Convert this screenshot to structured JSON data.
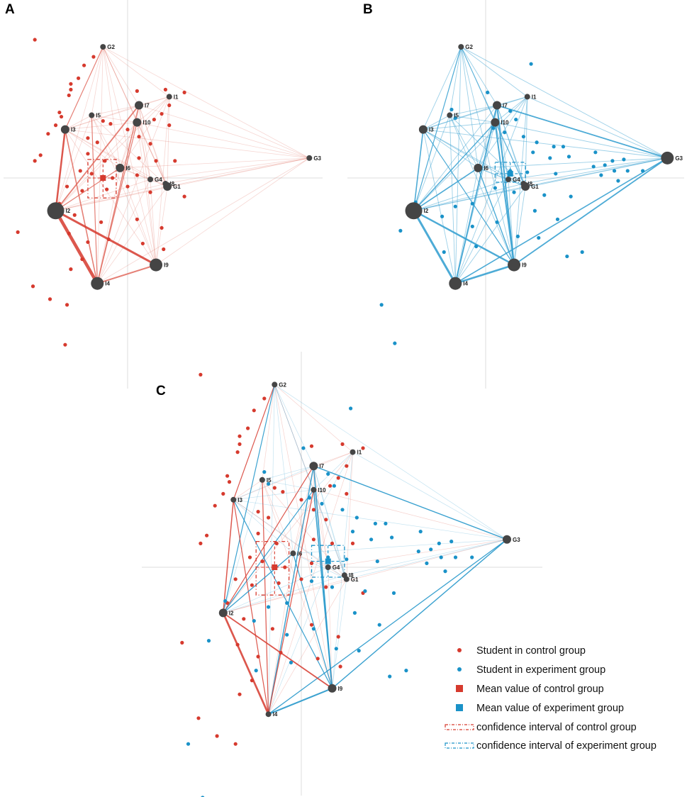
{
  "figure": {
    "panels": [
      "A",
      "B",
      "C"
    ]
  },
  "colors": {
    "control": "#d63a2e",
    "control_line": "#e06a5e",
    "experiment": "#1a92c8",
    "experiment_line": "#3aa2d2",
    "node": "#454545",
    "axis": "#dcdcdc"
  },
  "legend": {
    "items": [
      {
        "label": "Student in control group",
        "symbol": "dot",
        "color": "#d63a2e"
      },
      {
        "label": "Student in experiment group",
        "symbol": "dot",
        "color": "#1a92c8"
      },
      {
        "label": "Mean value of control group",
        "symbol": "square",
        "color": "#d63a2e"
      },
      {
        "label": "Mean value of experiment group",
        "symbol": "square",
        "color": "#1a92c8"
      },
      {
        "label": "confidence interval of control group",
        "symbol": "dashbox",
        "color": "#d63a2e"
      },
      {
        "label": "confidence interval of experiment group",
        "symbol": "dashbox",
        "color": "#1a92c8"
      }
    ]
  },
  "chart_data": [
    {
      "type": "scatter",
      "panel": "A",
      "group": "control",
      "axes": {
        "shown": true,
        "tick_labels": false
      },
      "xlim": [
        -1.0,
        1.0
      ],
      "ylim": [
        -1.0,
        1.0
      ],
      "nodes": [
        {
          "id": "G2",
          "x": -0.13,
          "y": 0.92,
          "weight": 1
        },
        {
          "id": "I1",
          "x": 0.22,
          "y": 0.57,
          "weight": 1
        },
        {
          "id": "I7",
          "x": 0.06,
          "y": 0.51,
          "weight": 2
        },
        {
          "id": "I5",
          "x": -0.19,
          "y": 0.44,
          "weight": 1
        },
        {
          "id": "I10",
          "x": 0.05,
          "y": 0.39,
          "weight": 2
        },
        {
          "id": "I3",
          "x": -0.33,
          "y": 0.34,
          "weight": 2
        },
        {
          "id": "G3",
          "x": 0.96,
          "y": 0.14,
          "weight": 1
        },
        {
          "id": "I6",
          "x": -0.04,
          "y": 0.07,
          "weight": 2
        },
        {
          "id": "G4",
          "x": 0.12,
          "y": -0.01,
          "weight": 1
        },
        {
          "id": "I8",
          "x": 0.2,
          "y": -0.04,
          "weight": 1
        },
        {
          "id": "G1",
          "x": 0.21,
          "y": -0.06,
          "weight": 2
        },
        {
          "id": "I2",
          "x": -0.38,
          "y": -0.23,
          "weight": 4
        },
        {
          "id": "I9",
          "x": 0.15,
          "y": -0.61,
          "weight": 3
        },
        {
          "id": "I4",
          "x": -0.16,
          "y": -0.74,
          "weight": 3
        }
      ],
      "mean": {
        "x": -0.13,
        "y": 0.0
      },
      "ci": {
        "x": [
          -0.21,
          -0.06
        ],
        "y": [
          -0.14,
          0.13
        ]
      },
      "students": [
        {
          "x": -0.49,
          "y": 0.97
        },
        {
          "x": -0.18,
          "y": 0.85
        },
        {
          "x": -0.23,
          "y": 0.79
        },
        {
          "x": -0.26,
          "y": 0.7
        },
        {
          "x": -0.3,
          "y": 0.66
        },
        {
          "x": -0.3,
          "y": 0.62
        },
        {
          "x": -0.31,
          "y": 0.58
        },
        {
          "x": 0.05,
          "y": 0.61
        },
        {
          "x": -0.36,
          "y": 0.46
        },
        {
          "x": -0.35,
          "y": 0.43
        },
        {
          "x": -0.38,
          "y": 0.37
        },
        {
          "x": -0.42,
          "y": 0.31
        },
        {
          "x": 0.2,
          "y": 0.62
        },
        {
          "x": 0.3,
          "y": 0.6
        },
        {
          "x": 0.22,
          "y": 0.51
        },
        {
          "x": 0.18,
          "y": 0.45
        },
        {
          "x": 0.14,
          "y": 0.41
        },
        {
          "x": 0.22,
          "y": 0.37
        },
        {
          "x": -0.13,
          "y": 0.4
        },
        {
          "x": -0.09,
          "y": 0.38
        },
        {
          "x": 0.0,
          "y": 0.34
        },
        {
          "x": -0.21,
          "y": 0.28
        },
        {
          "x": -0.16,
          "y": 0.25
        },
        {
          "x": 0.06,
          "y": 0.29
        },
        {
          "x": 0.12,
          "y": 0.24
        },
        {
          "x": -0.46,
          "y": 0.16
        },
        {
          "x": -0.49,
          "y": 0.12
        },
        {
          "x": -0.21,
          "y": 0.17
        },
        {
          "x": -0.12,
          "y": 0.12
        },
        {
          "x": 0.06,
          "y": 0.14
        },
        {
          "x": 0.15,
          "y": 0.12
        },
        {
          "x": 0.25,
          "y": 0.12
        },
        {
          "x": -0.25,
          "y": 0.05
        },
        {
          "x": -0.19,
          "y": 0.03
        },
        {
          "x": -0.08,
          "y": 0.0
        },
        {
          "x": 0.05,
          "y": 0.02
        },
        {
          "x": -0.32,
          "y": -0.06
        },
        {
          "x": -0.24,
          "y": -0.09
        },
        {
          "x": -0.11,
          "y": -0.08
        },
        {
          "x": 0.0,
          "y": -0.06
        },
        {
          "x": 0.12,
          "y": -0.1
        },
        {
          "x": 0.3,
          "y": -0.13
        },
        {
          "x": -0.36,
          "y": -0.18
        },
        {
          "x": -0.28,
          "y": -0.26
        },
        {
          "x": -0.14,
          "y": -0.31
        },
        {
          "x": 0.05,
          "y": -0.29
        },
        {
          "x": 0.18,
          "y": -0.35
        },
        {
          "x": -0.31,
          "y": -0.39
        },
        {
          "x": -0.21,
          "y": -0.45
        },
        {
          "x": -0.1,
          "y": -0.43
        },
        {
          "x": 0.08,
          "y": -0.46
        },
        {
          "x": 0.19,
          "y": -0.5
        },
        {
          "x": -0.24,
          "y": -0.57
        },
        {
          "x": -0.3,
          "y": -0.64
        },
        {
          "x": -0.58,
          "y": -0.38
        },
        {
          "x": -0.5,
          "y": -0.76
        },
        {
          "x": -0.41,
          "y": -0.85
        },
        {
          "x": -0.32,
          "y": -0.89
        },
        {
          "x": -0.33,
          "y": -1.17
        }
      ]
    },
    {
      "type": "scatter",
      "panel": "B",
      "group": "experiment",
      "axes": {
        "shown": true,
        "tick_labels": false
      },
      "xlim": [
        -1.0,
        1.0
      ],
      "ylim": [
        -1.0,
        1.0
      ],
      "nodes": [
        {
          "id": "G2",
          "x": -0.13,
          "y": 0.92,
          "weight": 1
        },
        {
          "id": "I1",
          "x": 0.22,
          "y": 0.57,
          "weight": 1
        },
        {
          "id": "I7",
          "x": 0.06,
          "y": 0.51,
          "weight": 2
        },
        {
          "id": "I5",
          "x": -0.19,
          "y": 0.44,
          "weight": 1
        },
        {
          "id": "I10",
          "x": 0.05,
          "y": 0.39,
          "weight": 2
        },
        {
          "id": "I3",
          "x": -0.33,
          "y": 0.34,
          "weight": 2
        },
        {
          "id": "G3",
          "x": 0.96,
          "y": 0.14,
          "weight": 3
        },
        {
          "id": "I6",
          "x": -0.04,
          "y": 0.07,
          "weight": 2
        },
        {
          "id": "G4",
          "x": 0.12,
          "y": -0.01,
          "weight": 1
        },
        {
          "id": "I8",
          "x": 0.2,
          "y": -0.04,
          "weight": 1
        },
        {
          "id": "G1",
          "x": 0.21,
          "y": -0.06,
          "weight": 2
        },
        {
          "id": "I2",
          "x": -0.38,
          "y": -0.23,
          "weight": 4
        },
        {
          "id": "I9",
          "x": 0.15,
          "y": -0.61,
          "weight": 3
        },
        {
          "id": "I4",
          "x": -0.16,
          "y": -0.74,
          "weight": 3
        }
      ],
      "mean": {
        "x": 0.13,
        "y": 0.03
      },
      "ci": {
        "x": [
          0.05,
          0.21
        ],
        "y": [
          -0.03,
          0.11
        ]
      },
      "students": [
        {
          "x": 0.24,
          "y": 0.8
        },
        {
          "x": 0.01,
          "y": 0.6
        },
        {
          "x": -0.18,
          "y": 0.48
        },
        {
          "x": -0.16,
          "y": 0.42
        },
        {
          "x": 0.13,
          "y": 0.47
        },
        {
          "x": 0.16,
          "y": 0.41
        },
        {
          "x": 0.04,
          "y": 0.35
        },
        {
          "x": 0.1,
          "y": 0.32
        },
        {
          "x": 0.2,
          "y": 0.29
        },
        {
          "x": 0.27,
          "y": 0.25
        },
        {
          "x": 0.36,
          "y": 0.22
        },
        {
          "x": 0.41,
          "y": 0.22
        },
        {
          "x": 0.25,
          "y": 0.18
        },
        {
          "x": 0.34,
          "y": 0.14
        },
        {
          "x": 0.44,
          "y": 0.15
        },
        {
          "x": 0.58,
          "y": 0.18
        },
        {
          "x": 0.67,
          "y": 0.12
        },
        {
          "x": 0.73,
          "y": 0.13
        },
        {
          "x": 0.57,
          "y": 0.08
        },
        {
          "x": 0.63,
          "y": 0.09
        },
        {
          "x": 0.68,
          "y": 0.05
        },
        {
          "x": 0.75,
          "y": 0.05
        },
        {
          "x": 0.83,
          "y": 0.05
        },
        {
          "x": 0.61,
          "y": 0.02
        },
        {
          "x": 0.7,
          "y": -0.02
        },
        {
          "x": 0.37,
          "y": 0.03
        },
        {
          "x": 0.22,
          "y": 0.04
        },
        {
          "x": 0.13,
          "y": 0.05
        },
        {
          "x": 0.05,
          "y": -0.07
        },
        {
          "x": 0.15,
          "y": -0.1
        },
        {
          "x": 0.31,
          "y": -0.12
        },
        {
          "x": 0.45,
          "y": -0.13
        },
        {
          "x": 0.26,
          "y": -0.23
        },
        {
          "x": 0.38,
          "y": -0.29
        },
        {
          "x": -0.07,
          "y": -0.18
        },
        {
          "x": -0.16,
          "y": -0.2
        },
        {
          "x": -0.23,
          "y": -0.27
        },
        {
          "x": -0.07,
          "y": -0.34
        },
        {
          "x": 0.06,
          "y": -0.31
        },
        {
          "x": 0.17,
          "y": -0.41
        },
        {
          "x": 0.28,
          "y": -0.42
        },
        {
          "x": -0.37,
          "y": -0.17
        },
        {
          "x": -0.45,
          "y": -0.37
        },
        {
          "x": -0.22,
          "y": -0.52
        },
        {
          "x": -0.05,
          "y": -0.48
        },
        {
          "x": 0.43,
          "y": -0.55
        },
        {
          "x": 0.51,
          "y": -0.52
        },
        {
          "x": -0.55,
          "y": -0.89
        },
        {
          "x": -0.48,
          "y": -1.16
        }
      ]
    },
    {
      "type": "scatter",
      "panel": "C",
      "group": "both",
      "axes": {
        "shown": true,
        "tick_labels": false
      },
      "xlim": [
        -1.0,
        1.0
      ],
      "ylim": [
        -1.0,
        1.0
      ],
      "nodes": [
        {
          "id": "G2",
          "x": -0.13,
          "y": 0.92,
          "weight": 1
        },
        {
          "id": "I1",
          "x": 0.25,
          "y": 0.58,
          "weight": 1
        },
        {
          "id": "I7",
          "x": 0.06,
          "y": 0.51,
          "weight": 2
        },
        {
          "id": "I5",
          "x": -0.19,
          "y": 0.44,
          "weight": 1
        },
        {
          "id": "I10",
          "x": 0.06,
          "y": 0.39,
          "weight": 1
        },
        {
          "id": "I3",
          "x": -0.33,
          "y": 0.34,
          "weight": 1
        },
        {
          "id": "G3",
          "x": 1.0,
          "y": 0.14,
          "weight": 2
        },
        {
          "id": "I6",
          "x": -0.04,
          "y": 0.07,
          "weight": 1
        },
        {
          "id": "G4",
          "x": 0.13,
          "y": 0.0,
          "weight": 1
        },
        {
          "id": "I8",
          "x": 0.21,
          "y": -0.04,
          "weight": 1
        },
        {
          "id": "G1",
          "x": 0.22,
          "y": -0.06,
          "weight": 1
        },
        {
          "id": "I2",
          "x": -0.38,
          "y": -0.23,
          "weight": 2
        },
        {
          "id": "I9",
          "x": 0.15,
          "y": -0.61,
          "weight": 2
        },
        {
          "id": "I4",
          "x": -0.16,
          "y": -0.74,
          "weight": 1
        }
      ],
      "means": {
        "control": {
          "x": -0.13,
          "y": 0.0
        },
        "experiment": {
          "x": 0.13,
          "y": 0.03
        }
      },
      "ci": {
        "control": {
          "x": [
            -0.22,
            -0.06
          ],
          "y": [
            -0.14,
            0.13
          ]
        },
        "experiment": {
          "x": [
            0.05,
            0.21
          ],
          "y": [
            -0.05,
            0.11
          ]
        }
      }
    }
  ]
}
